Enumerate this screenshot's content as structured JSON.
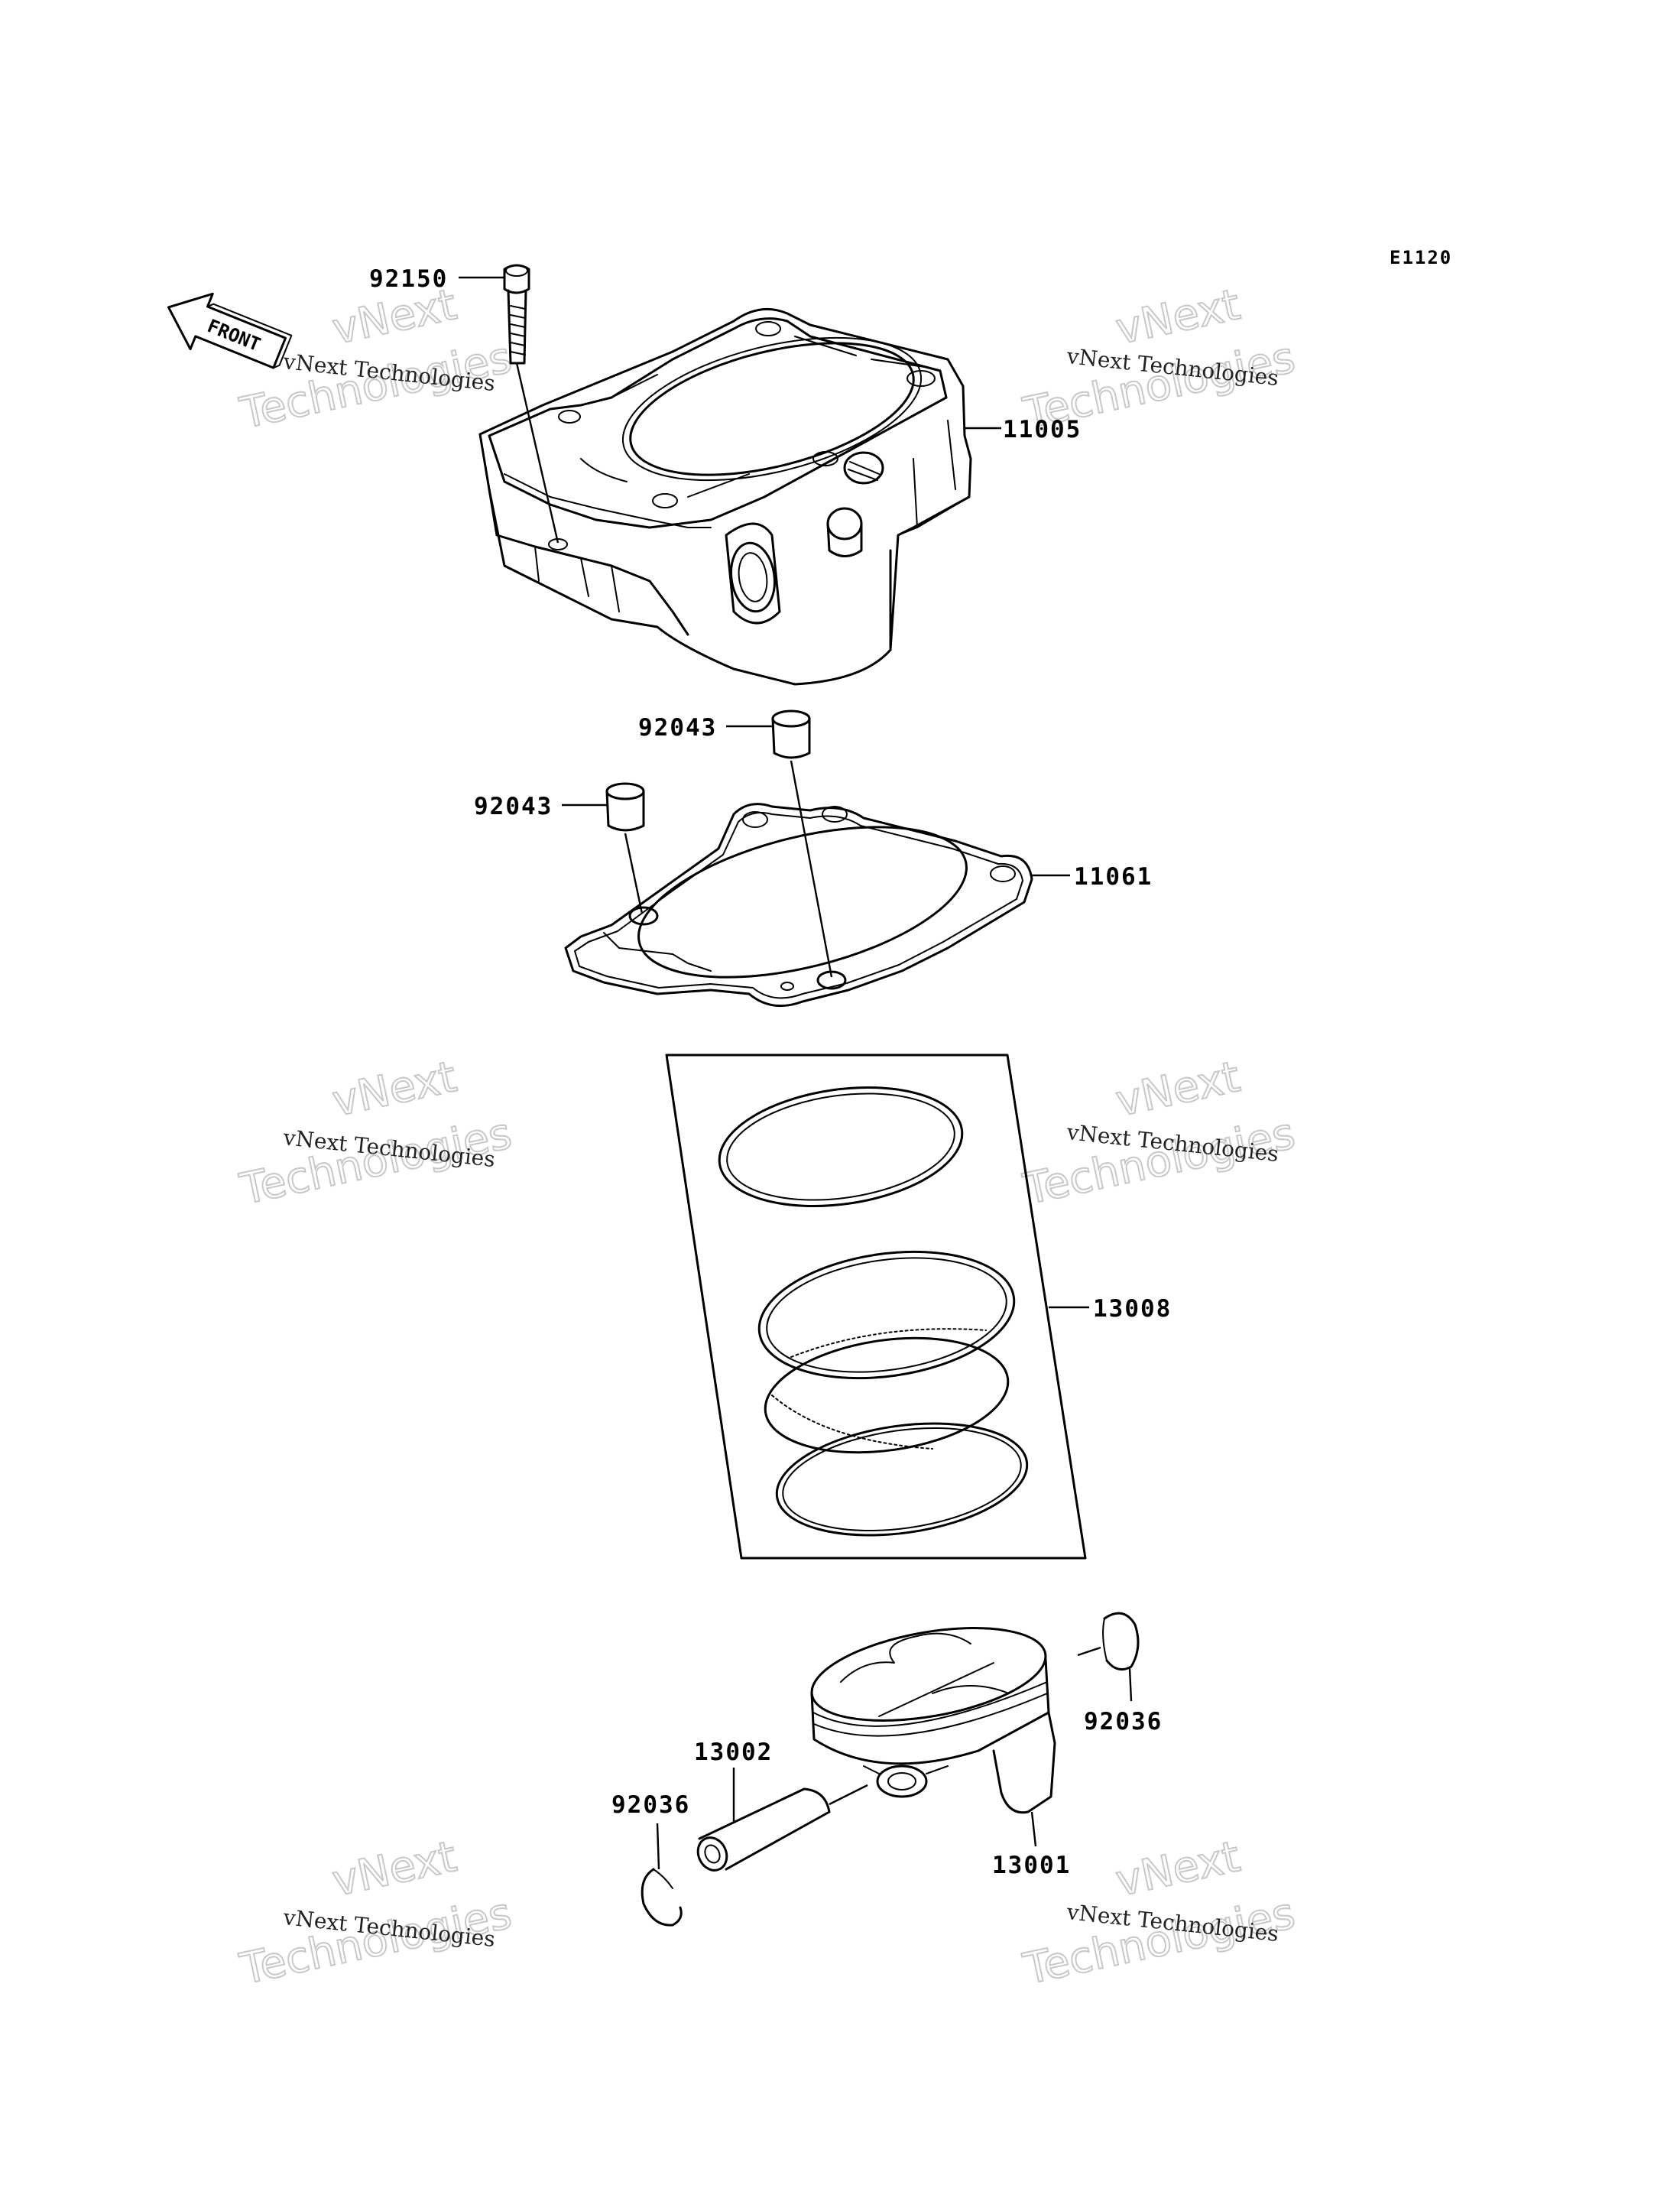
{
  "diagram_code": "E1120",
  "front_label": "FRONT",
  "watermark": {
    "line1": "vNext Technologies",
    "line2": "vNext",
    "line3": "Technologies"
  },
  "parts": {
    "bolt": "92150",
    "cylinder": "11005",
    "dowel_upper": "92043",
    "dowel_lower": "92043",
    "gasket": "11061",
    "ring_set": "13008",
    "circlip_right": "92036",
    "piston_pin": "13002",
    "circlip_left": "92036",
    "piston": "13001"
  }
}
